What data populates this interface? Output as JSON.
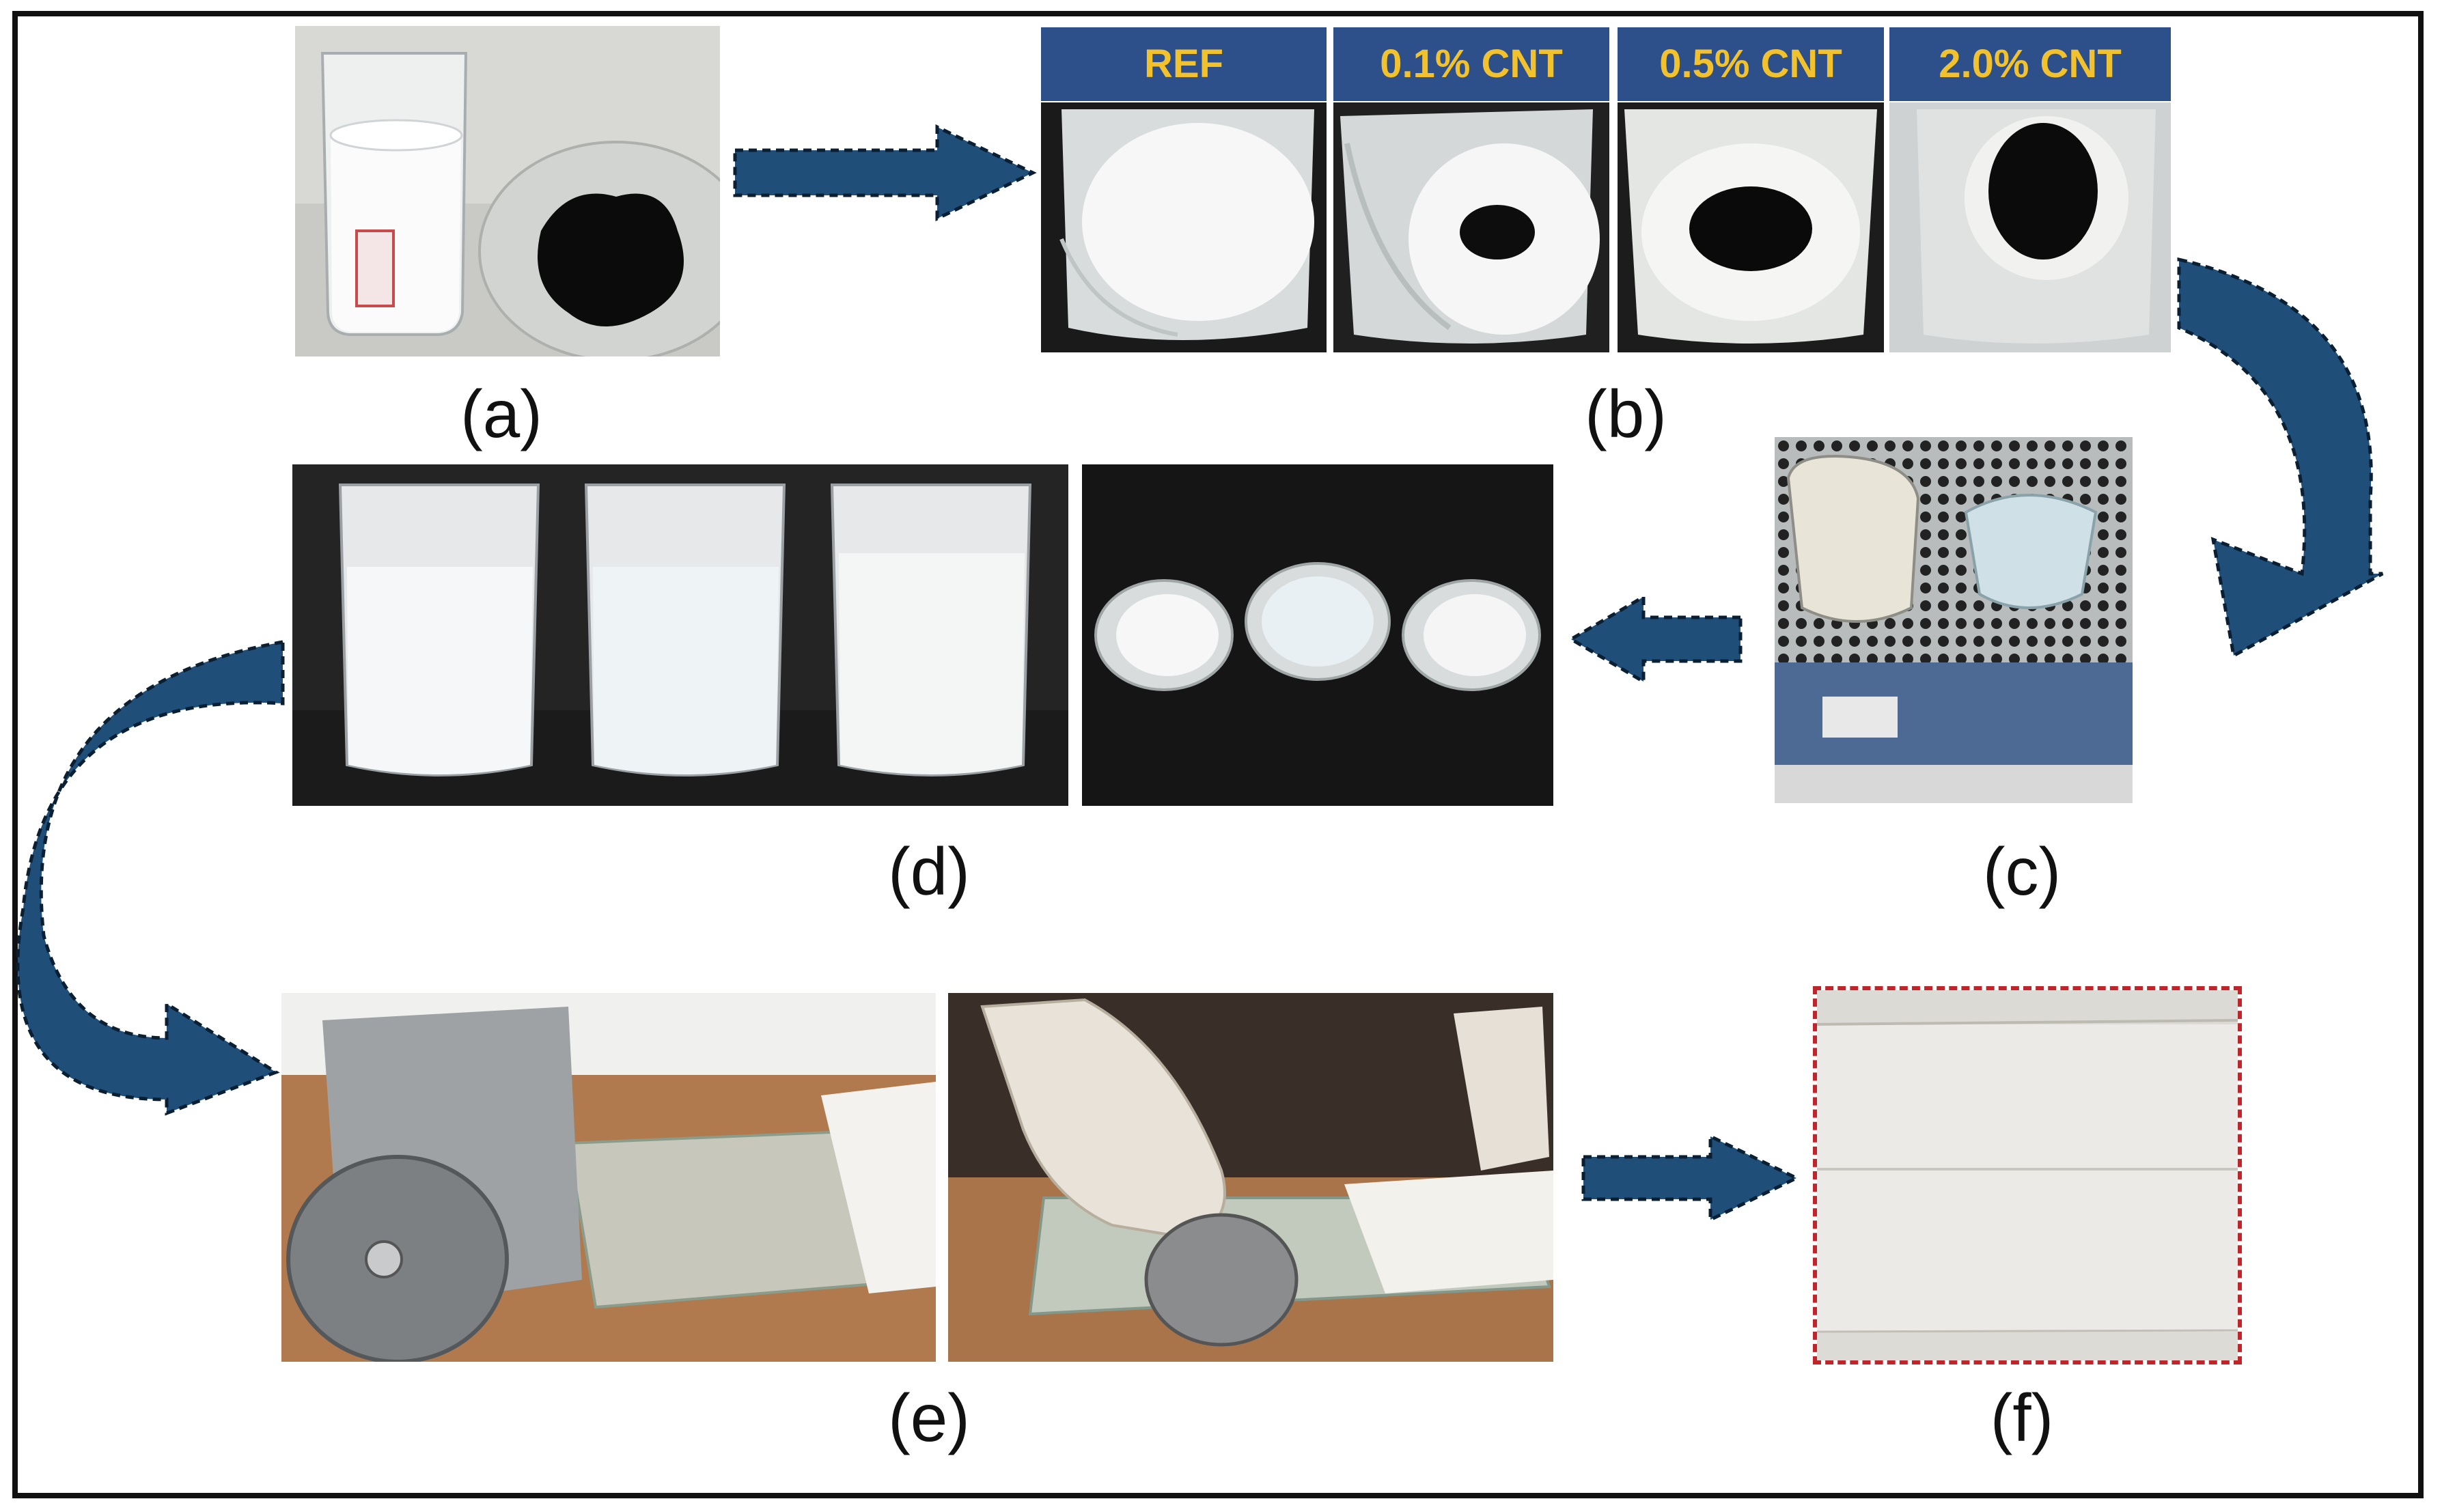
{
  "panels": {
    "a": {
      "label": "(a)"
    },
    "b": {
      "label": "(b)",
      "headers": [
        "REF",
        "0.1% CNT",
        "0.5% CNT",
        "2.0% CNT"
      ]
    },
    "c": {
      "label": "(c)"
    },
    "d": {
      "label": "(d)"
    },
    "e": {
      "label": "(e)"
    },
    "f": {
      "label": "(f)"
    }
  },
  "colors": {
    "arrow_fill": "#1f4e79",
    "arrow_outline": "#0b1f33",
    "header_bg": "#2d4f8a",
    "header_text": "#f2c12e",
    "film_border": "#c0252b"
  }
}
